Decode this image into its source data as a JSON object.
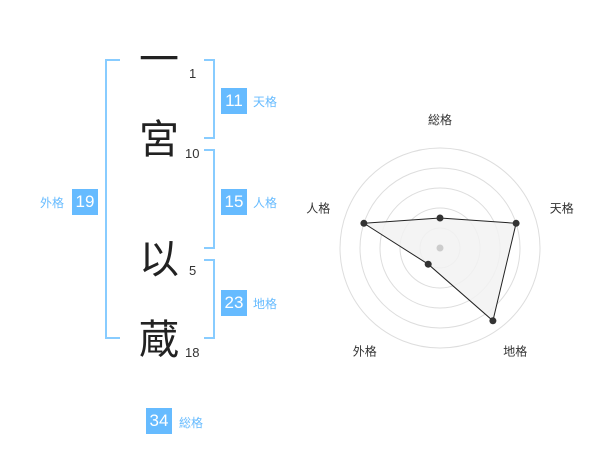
{
  "name": {
    "chars": [
      "一",
      "宮",
      "以",
      "蔵"
    ],
    "strokes": [
      "1",
      "10",
      "5",
      "18"
    ]
  },
  "badges": {
    "tenkaku": {
      "value": "11",
      "label": "天格"
    },
    "jinkaku": {
      "value": "15",
      "label": "人格"
    },
    "chikaku": {
      "value": "23",
      "label": "地格"
    },
    "gaikaku": {
      "value": "19",
      "label": "外格"
    },
    "soukaku": {
      "value": "34",
      "label": "総格"
    }
  },
  "chart_data": {
    "type": "radar",
    "axes": [
      "総格",
      "天格",
      "地格",
      "外格",
      "人格"
    ],
    "values": [
      0.3,
      0.8,
      0.9,
      0.2,
      0.8
    ],
    "range": [
      0,
      1
    ],
    "rings": 5
  },
  "colors": {
    "accent": "#66bbff",
    "bracket": "#88ccff",
    "ring": "#dddddd",
    "fill": "#f2f2f2",
    "marker": "#333333"
  }
}
